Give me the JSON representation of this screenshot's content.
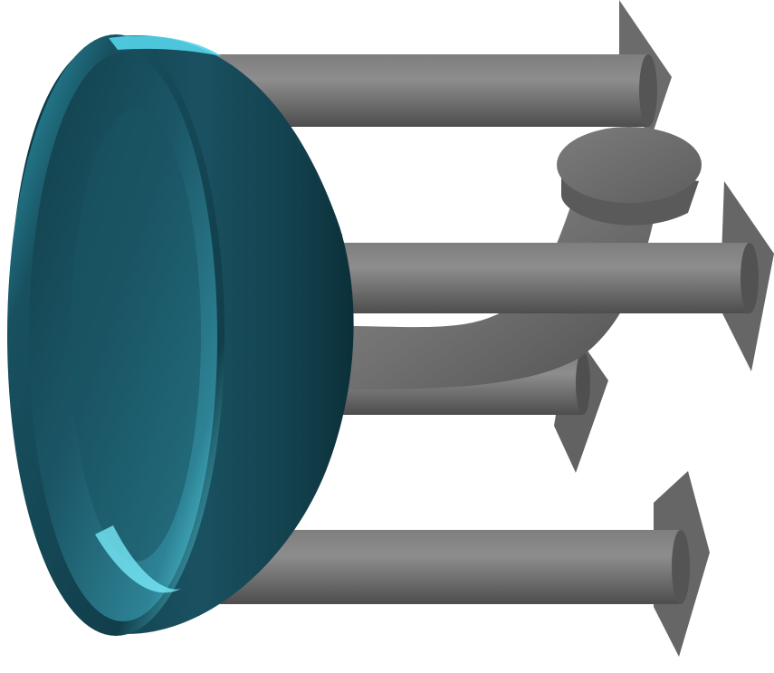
{
  "scene": {
    "background": "#ffffff",
    "colors": {
      "dish_dark": "#0f3a46",
      "dish_mid": "#1c5564",
      "dish_highlight": "#5fe4f6",
      "pipe_dark": "#4a4a4a",
      "pipe_mid": "#6e6e6e",
      "pipe_light": "#8c8c8c",
      "fin": "#6a6a6a"
    },
    "objects": [
      {
        "name": "dish",
        "icon": "parabolic-dish"
      },
      {
        "name": "pipe-top",
        "icon": "cylinder-rod"
      },
      {
        "name": "pipe-center",
        "icon": "cylinder-rod"
      },
      {
        "name": "pipe-lower",
        "icon": "cylinder-rod"
      },
      {
        "name": "pipe-bottom",
        "icon": "cylinder-rod"
      },
      {
        "name": "elbow-pipe",
        "icon": "bent-pipe"
      },
      {
        "name": "elbow-cap",
        "icon": "cylinder-cap"
      }
    ]
  }
}
